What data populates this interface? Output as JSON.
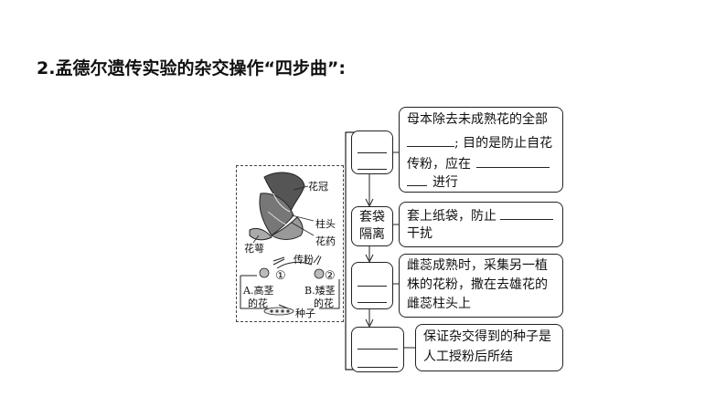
{
  "title": "2.孟德尔遗传实验的杂交操作“四步曲”:",
  "figure": {
    "labels": {
      "corolla": "花冠",
      "stigma": "柱头",
      "anther": "花药",
      "sepal": "花萼",
      "pollination": "传粉",
      "num1": "①",
      "num2": "②",
      "tall_line1": "A.高茎",
      "tall_line2": "的花",
      "short_line1": "B.矮茎",
      "short_line2": "的花",
      "seed": "种子"
    }
  },
  "steps": [
    {
      "label": "",
      "desc": [
        "母本除去未成熟花的全部",
        "; 目的是防止自花",
        "传粉，应在",
        "进行"
      ]
    },
    {
      "label": "套袋隔离",
      "label_lines": [
        "套袋",
        "隔离"
      ],
      "desc": [
        "套上纸袋，防止",
        "干扰"
      ]
    },
    {
      "label": "",
      "desc": [
        "雌蕊成熟时，采集另一植",
        "株的花粉，撒在去雄花的",
        "雌蕊柱头上"
      ]
    },
    {
      "label": "",
      "desc": [
        "保证杂交得到的种子是",
        "人工授粉后所结"
      ]
    }
  ]
}
